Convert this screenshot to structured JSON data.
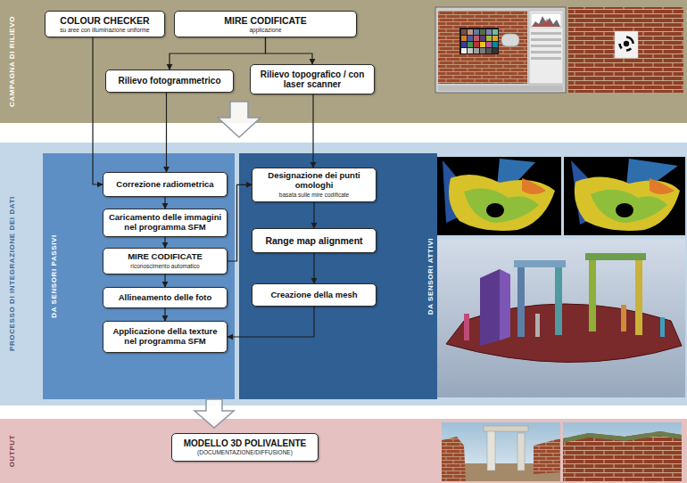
{
  "diagram": {
    "nodes": [
      {
        "text": [
          "CAMPAGNA DI RILIEVO"
        ]
      },
      {
        "text": [
          "COLOUR CHECKER",
          "su aree con illuminazione uniforme"
        ],
        "in": 0
      },
      {
        "text": [
          "MIRE CODIFICATE",
          "applicazione"
        ],
        "in": 0
      },
      {
        "text": [
          "Rilievo fotogrammetrico"
        ],
        "in": 0
      },
      {
        "text": [
          "Rilievo topografico / con laser scanner"
        ],
        "in": 0
      },
      {
        "text": [
          "PROCESSO DI INTEGRAZIONE DEI DATI"
        ]
      },
      {
        "text": [
          "DA SENSORI PASSIVI"
        ],
        "in": 5
      },
      {
        "text": [
          "Correzione radiometrica"
        ],
        "in": 6
      },
      {
        "text": [
          "Caricamento delle immagini nel programma SFM"
        ],
        "in": 6
      },
      {
        "text": [
          "MIRE CODIFICATE",
          "riconoscimento automatico"
        ],
        "in": 6
      },
      {
        "text": [
          "Allineamento delle foto"
        ],
        "in": 6
      },
      {
        "text": [
          "Applicazione della texture nel programma SFM"
        ],
        "in": 6
      },
      {
        "text": [
          "DA SENSORI ATTIVI"
        ],
        "in": 5
      },
      {
        "text": [
          "Designazione dei punti omologhi",
          "basata sulle mire codificate"
        ],
        "in": 12
      },
      {
        "text": [
          "Range map alignment"
        ],
        "in": 12
      },
      {
        "text": [
          "Creazione della mesh"
        ],
        "in": 12
      },
      {
        "text": [
          "OUTPUT"
        ]
      },
      {
        "text": [
          "MODELLO 3D POLIVALENTE",
          "(DOCUMENTAZIONE/DIFFUSIONE)"
        ],
        "in": 16
      }
    ],
    "edges": [
      {
        "from": 1,
        "to": 7,
        "arrow": "to"
      },
      {
        "from": 2,
        "to": 3,
        "arrow": "to"
      },
      {
        "from": 2,
        "to": 4,
        "arrow": "to"
      },
      {
        "from": 3,
        "to": 7,
        "arrow": "to"
      },
      {
        "from": 4,
        "to": 13,
        "arrow": "to"
      },
      {
        "from": 7,
        "to": 8,
        "arrow": "to"
      },
      {
        "from": 8,
        "to": 9,
        "arrow": "to"
      },
      {
        "from": 9,
        "to": 10,
        "arrow": "to"
      },
      {
        "from": 10,
        "to": 11,
        "arrow": "to"
      },
      {
        "from": 9,
        "to": 13,
        "arrow": "to"
      },
      {
        "from": 13,
        "to": 14,
        "arrow": "to"
      },
      {
        "from": 14,
        "to": 15,
        "arrow": "to"
      },
      {
        "from": 15,
        "to": 11,
        "arrow": "to"
      }
    ]
  }
}
